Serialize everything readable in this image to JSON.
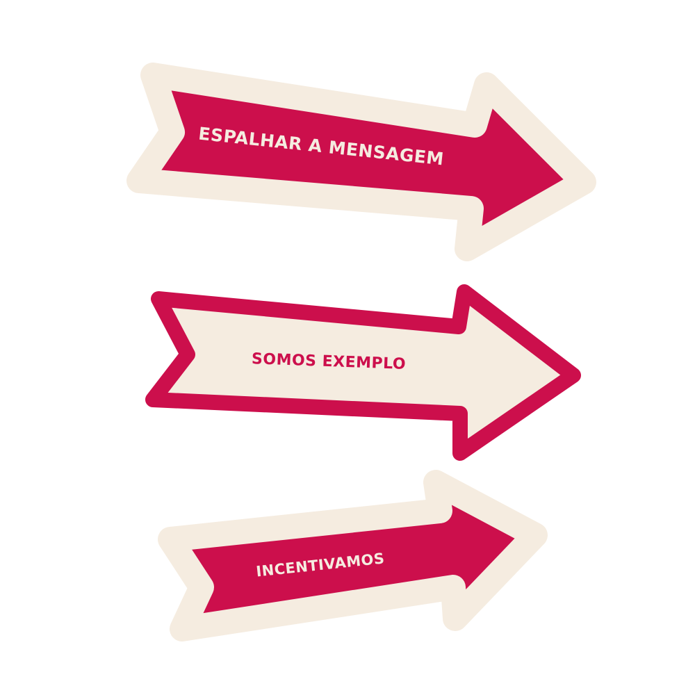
{
  "colors": {
    "crimson": "#cc0f4c",
    "cream": "#f5ece0",
    "background": "#ffffff"
  },
  "arrows": [
    {
      "label": "ESPALHAR A MENSAGEM",
      "fill": "crimson",
      "outline": "cream",
      "text_color": "cream"
    },
    {
      "label": "SOMOS EXEMPLO",
      "fill": "cream",
      "outline": "crimson",
      "text_color": "crimson"
    },
    {
      "label": "INCENTIVAMOS",
      "fill": "crimson",
      "outline": "cream",
      "text_color": "cream"
    }
  ]
}
